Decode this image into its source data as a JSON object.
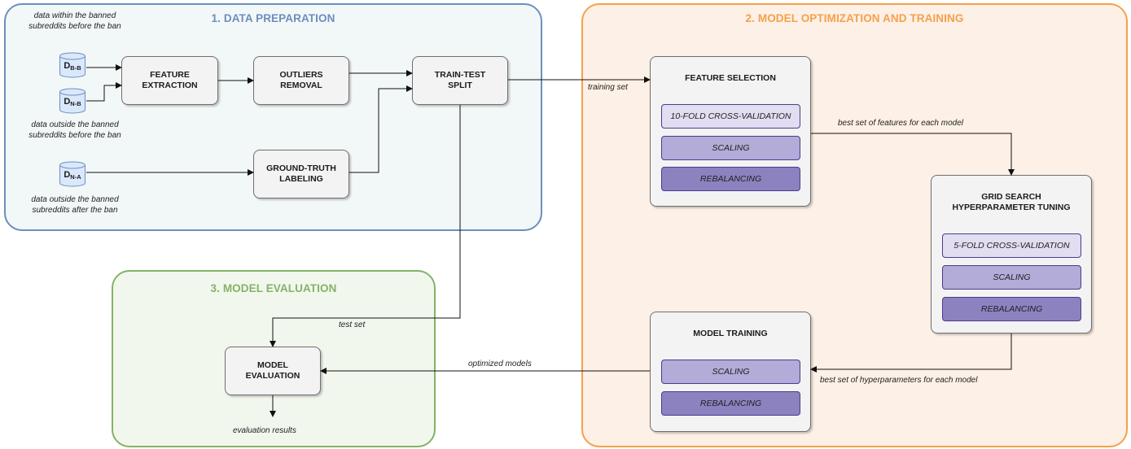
{
  "regions": {
    "data_preparation": {
      "title": "1. DATA PREPARATION",
      "color": "#6c8ebf",
      "fill": "#f2f7f8"
    },
    "model_optimization": {
      "title": "2. MODEL OPTIMIZATION AND TRAINING",
      "color": "#f5a04b",
      "fill": "#fdf0e6"
    },
    "model_evaluation": {
      "title": "3. MODEL EVALUATION",
      "color": "#82b366",
      "fill": "#f2f7ee"
    }
  },
  "datasets": {
    "bb": {
      "main": "D",
      "sub": "B-B",
      "caption": "data within the banned\nsubreddits before the ban"
    },
    "nb": {
      "main": "D",
      "sub": "N-B",
      "caption": "data outside the banned\nsubreddits before the ban"
    },
    "na": {
      "main": "D",
      "sub": "N-A",
      "caption": "data outside the banned\nsubreddits after the ban"
    }
  },
  "nodes": {
    "feature_extraction": "FEATURE\nEXTRACTION",
    "outliers_removal": "OUTLIERS\nREMOVAL",
    "ground_truth_labeling": "GROUND-TRUTH\nLABELING",
    "train_test_split": "TRAIN-TEST\nSPLIT",
    "feature_selection": "FEATURE SELECTION",
    "grid_search": "GRID SEARCH\nHYPERPARAMETER TUNING",
    "model_training": "MODEL TRAINING",
    "model_evaluation": "MODEL\nEVALUATION"
  },
  "substeps": {
    "feature_selection": [
      "10-FOLD CROSS-VALIDATION",
      "SCALING",
      "REBALANCING"
    ],
    "grid_search": [
      "5-FOLD CROSS-VALIDATION",
      "SCALING",
      "REBALANCING"
    ],
    "model_training": [
      "SCALING",
      "REBALANCING"
    ]
  },
  "edge_labels": {
    "training_set": "training set",
    "best_features": "best set of features for each model",
    "best_hyperparameters": "best set of hyperparameters for each model",
    "optimized_models": "optimized models",
    "test_set": "test set",
    "evaluation_results": "evaluation results"
  }
}
